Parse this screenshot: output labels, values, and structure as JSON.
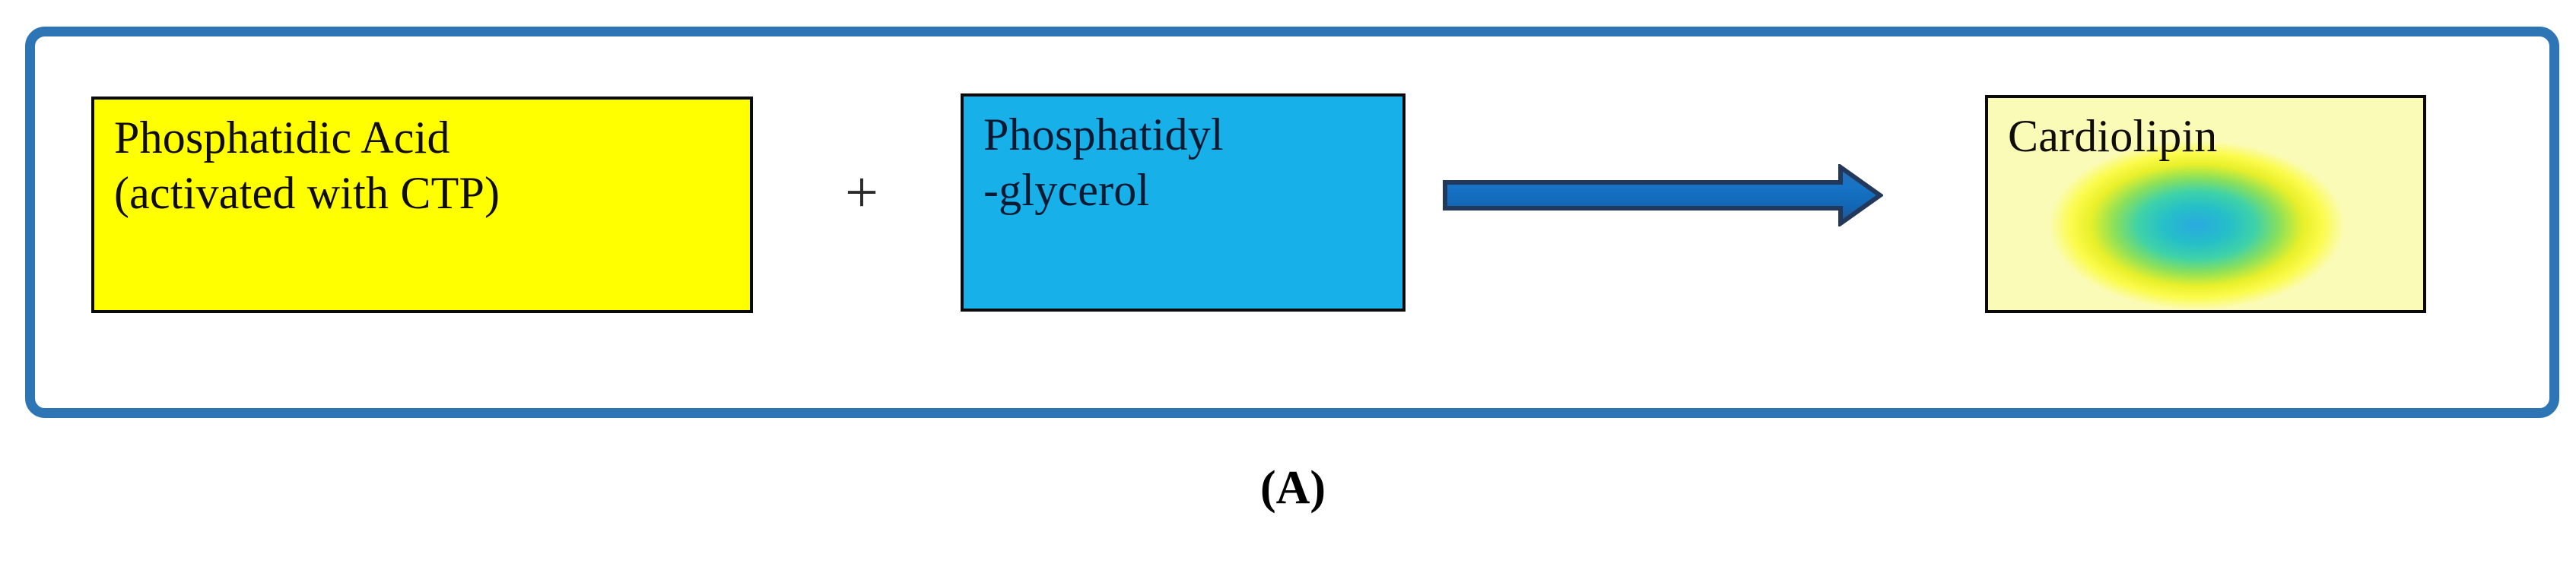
{
  "figure": {
    "caption": "(A)",
    "panel_letter": "A",
    "frame_color": "#2E75B6",
    "background": "#FFFFFF"
  },
  "reaction": {
    "operator": "+",
    "arrow_icon": "right-block-arrow-icon",
    "arrow_color": "#1F6FC0",
    "arrow_outline_color": "#23395B",
    "reactants": [
      {
        "id": "phosphatidic-acid",
        "label": "Phosphatidic Acid\n(activated with CTP)",
        "fill": "#FFFF00",
        "border": "#0A0A0A",
        "text_color": "#100C08"
      },
      {
        "id": "phosphatidylglycerol",
        "label": "Phosphatidyl\n-glycerol",
        "fill": "#17B0E8",
        "border": "#0A0A0A",
        "text_color": "#0B1A33"
      }
    ],
    "products": [
      {
        "id": "cardiolipin",
        "label": "Cardiolipin",
        "fill": "radial-gradient-blue-green-yellow",
        "gradient_center": "#2AA9E0",
        "gradient_mid": "#3FD2A8",
        "gradient_edge": "#FBFBB8",
        "border": "#0A0A0A",
        "text_color": "#100C08"
      }
    ]
  }
}
